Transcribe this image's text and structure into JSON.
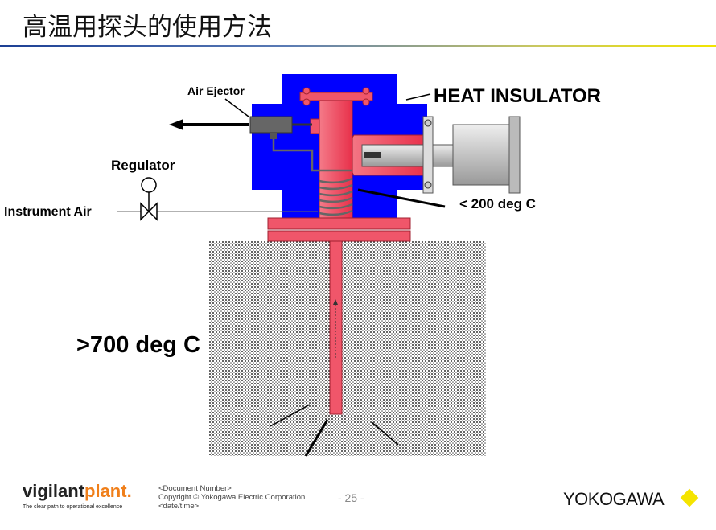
{
  "title": "高温用探头的使用方法",
  "diagram": {
    "labels": {
      "air_ejector": "Air Ejector",
      "heat_insulator": "HEAT INSULATOR",
      "regulator": "Regulator",
      "instrument_air": "Instrument Air",
      "low_temp": "< 200 deg C",
      "high_temp": ">700 deg C"
    },
    "colors": {
      "insulator": "#0000ff",
      "pipe": "#f0566a",
      "ground": "#bbbbbb"
    }
  },
  "footer": {
    "logo_part1": "vigilant",
    "logo_part2": "plant.",
    "tagline": "The clear path to operational excellence",
    "doc_number": "<Document  Number>",
    "copyright": "Copyright © Yokogawa Electric Corporation",
    "date": "<date/time>",
    "page": "- 25 -",
    "brand": "YOKOGAWA"
  }
}
